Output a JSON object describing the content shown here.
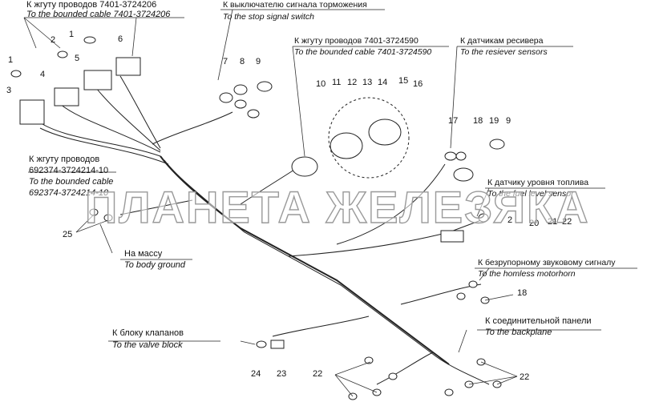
{
  "labels": {
    "cable_7401_3724206_ru": "К жгуту проводов 7401-3724206",
    "cable_7401_3724206_en": "To the bounded cable 7401-3724206",
    "stop_switch_ru": "К выключателю сигнала торможения",
    "stop_switch_en": "To the stop signal switch",
    "cable_7401_3724590_ru": "К жгуту проводов 7401-3724590",
    "cable_7401_3724590_en": "To the bounded cable 7401-3724590",
    "receiver_ru": "К датчикам ресивера",
    "receiver_en": "To the resiever sensors",
    "cable_692374_ru": "К жгуту проводов",
    "cable_692374_ru2": "692374-3724214-10",
    "cable_692374_en": "To the bounded cable",
    "cable_692374_en2": "692374-3724214-10",
    "fuel_ru": "К датчику уровня топлива",
    "fuel_en": "To the fuel level sensor",
    "ground_ru": "На массу",
    "ground_en": "To body ground",
    "horn_ru": "К безрупорному звуковому сигналу",
    "horn_en": "To the homless motorhorn",
    "valve_ru": "К блоку клапанов",
    "valve_en": "To the valve block",
    "panel_ru": "К соединительной панели",
    "panel_en": "To the backplane"
  },
  "callouts": {
    "n1a": "1",
    "n2a": "2",
    "n1b": "1",
    "n6": "6",
    "n5": "5",
    "n4": "4",
    "n3": "3",
    "n7": "7",
    "n8": "8",
    "n9a": "9",
    "n10": "10",
    "n11": "11",
    "n12": "12",
    "n13": "13",
    "n14": "14",
    "n15": "15",
    "n16": "16",
    "n17": "17",
    "n18a": "18",
    "n19": "19",
    "n9b": "9",
    "n2b": "2",
    "n20": "20",
    "n21": "21",
    "n22a": "22",
    "n25": "25",
    "n18b": "18",
    "n24": "24",
    "n23": "23",
    "n22b": "22",
    "n22c": "22"
  },
  "watermark": "ПЛАНЕТА ЖЕЛЕЗЯКА"
}
